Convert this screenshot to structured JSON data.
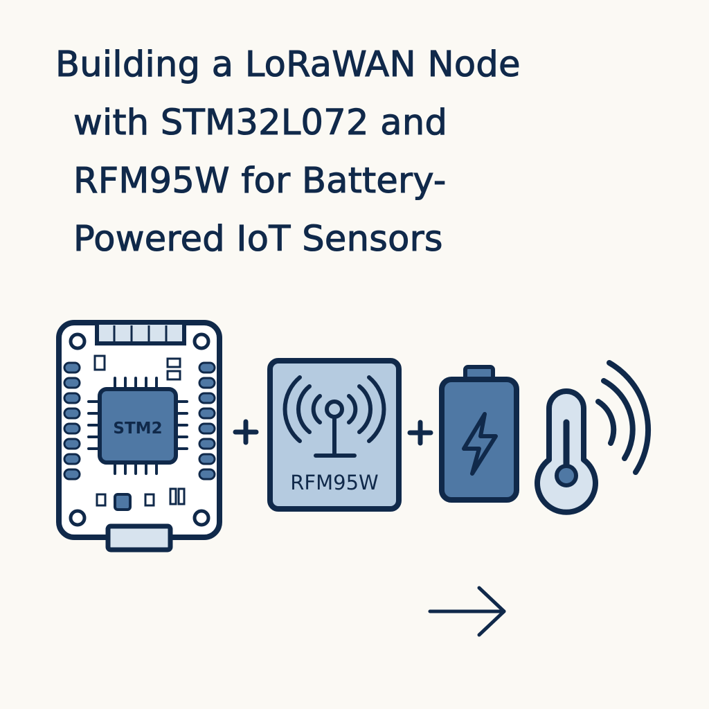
{
  "title": {
    "line1": "Building a LoRaWAN Node",
    "line2": "with STM32L072 and",
    "line3": "RFM95W for Battery-",
    "line4": "Powered IoT Sensors"
  },
  "board": {
    "chip_label": "STM2"
  },
  "radio_module": {
    "label": "RFM95W"
  },
  "colors": {
    "navy": "#10294a",
    "board_blue": "#4f78a4",
    "module_blue": "#b5cbe0",
    "background": "#fbf9f4"
  }
}
